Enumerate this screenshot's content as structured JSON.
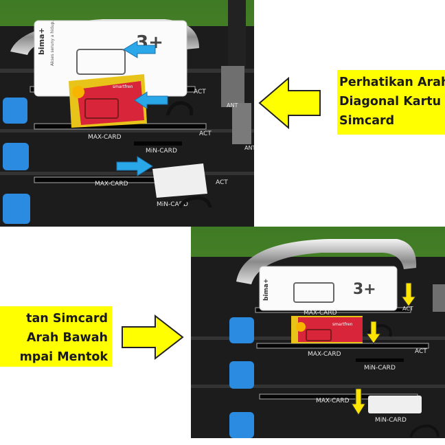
{
  "callout_top": {
    "lines": [
      "Perhatikan Arah",
      "Diagonal Kartu",
      "Simcard"
    ]
  },
  "callout_bottom": {
    "lines": [
      "tan Simcard",
      "Arah Bawah",
      "mpai Mentok"
    ]
  },
  "device_labels": {
    "max_card": "MAX-CARD",
    "min_card": "MiN-CARD",
    "act": "ACT",
    "ant": "ANT"
  },
  "sim_cards": {
    "bima_brand": "bima+",
    "bima_tagline": "Akses seruny a hidup.",
    "smartfren_badge": "smartfren",
    "three_logo": "3+"
  },
  "colors": {
    "callout_bg": "#ffff00",
    "big_arrow_fill": "#ffff00",
    "blue_arrow": "#2aa7e8",
    "small_arrow": "#ffe600",
    "device_body": "#1c1c1c",
    "button_blue": "#2a8be0",
    "grass": "#4c8a2e"
  },
  "icons": {
    "left_arrow": "left-arrow-icon",
    "right_arrow": "right-arrow-icon",
    "down_arrow": "down-arrow-icon",
    "blue_pointer": "pointer-arrow-icon"
  }
}
